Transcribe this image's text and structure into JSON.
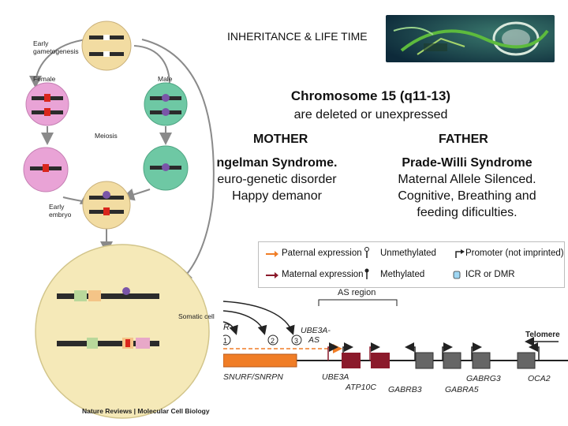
{
  "header": {
    "title": "INHERITANCE & LIFE TIME",
    "banner_icon": "dna-helix-banner"
  },
  "lifecycle": {
    "labels": {
      "early_gametogenesis": "Early\ngametogenesis",
      "female": "Female",
      "male": "Male",
      "meiosis": "Meiosis",
      "early_embryo": "Early\nembryo",
      "somatic_cell": "Somatic cell"
    },
    "credit": "Nature Reviews | Molecular Cell Biology",
    "colors": {
      "female": "#e9a3d6",
      "male": "#6ec8a4",
      "gamete": "#f2dca2",
      "somatic": "#f5e9b8",
      "maternal_mark": "#d9261c",
      "paternal_mark": "#7a55a8"
    }
  },
  "main": {
    "heading": "Chromosome 15 (q11-13)",
    "subheading": "are deleted or unexpressed",
    "mother": {
      "label": "MOTHER",
      "line1": "ngelman Syndrome.",
      "line2": "euro-genetic disorder",
      "line3": "Happy demanor"
    },
    "father": {
      "label": "FATHER",
      "line1": "Prade-Willi Syndrome",
      "line2": "Maternal Allele Silenced.",
      "line3": "Cognitive, Breathing and",
      "line4": "feeding dificulties."
    }
  },
  "legend": {
    "paternal_expression": "Paternal expression",
    "maternal_expression": "Maternal expression",
    "unmethylated": "Unmethylated",
    "methylated": "Methylated",
    "promoter": "Promoter (not imprinted)",
    "icr": "ICR or DMR",
    "colors": {
      "paternal": "#f07d26",
      "maternal": "#8b1a2b",
      "icr": "#9fd7f3"
    }
  },
  "locus": {
    "as_region": "AS region",
    "ube3a_as": "UBE3A-\nAS",
    "telomere": "Telomere",
    "genes": {
      "snurf": "SNURF/SNRPN",
      "ube3a": "UBE3A",
      "atp10c": "ATP10C",
      "gabrb3": "GABRB3",
      "gabra5": "GABRA5",
      "gabrg3": "GABRG3",
      "oca2": "OCA2"
    },
    "numbers": {
      "n1": "1",
      "n2": "2",
      "n3": "3"
    },
    "r_fragment": "R"
  }
}
